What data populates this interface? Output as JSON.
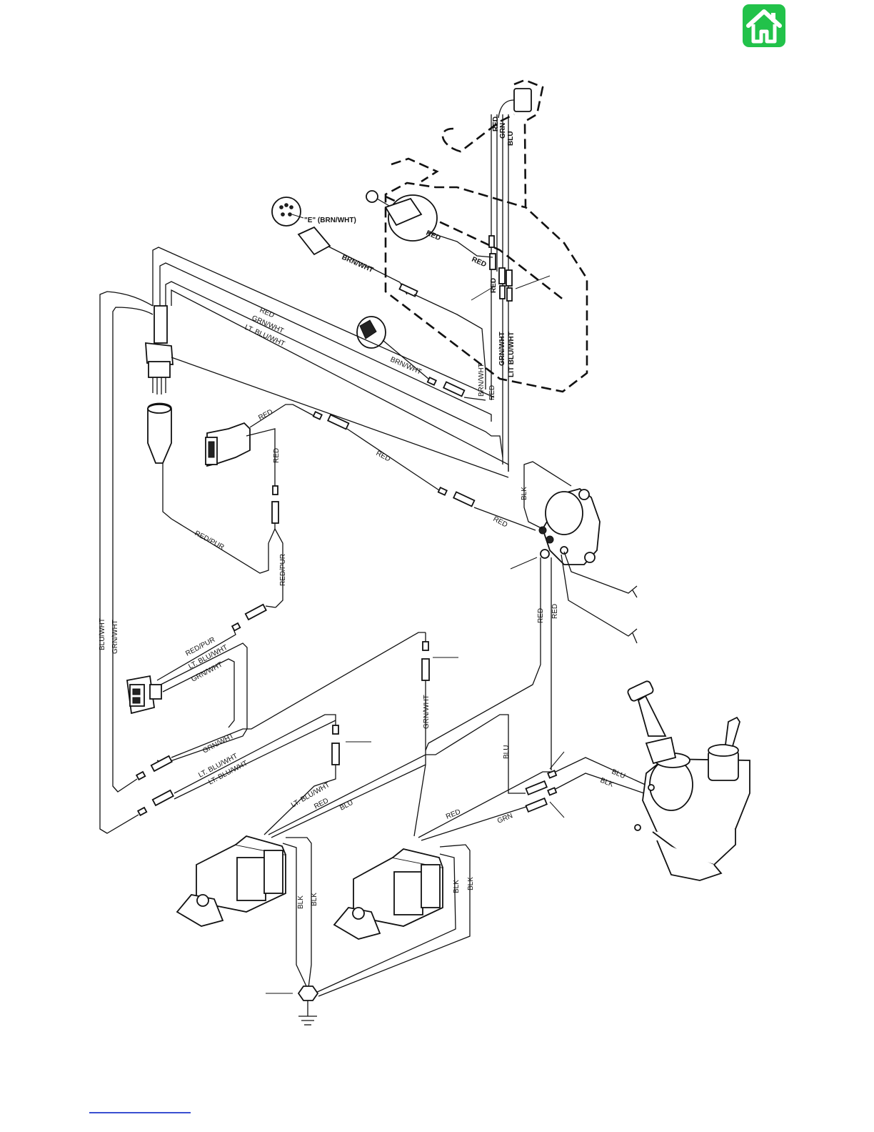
{
  "nav": {
    "home_icon": "home-icon",
    "home_color": "#22c24a",
    "link_color": "#3a4fd1"
  },
  "labels": {
    "e_pin": "\"E\" (BRN/WHT)",
    "red": "RED",
    "grn": "GRN",
    "blu": "BLU",
    "blk": "BLK",
    "brn_wht": "BRN/WHT",
    "grn_wht": "GRN/WHT",
    "lt_blu_wht": "LT. BLU/WHT",
    "lit_blu_wht": "LIT BLU/WHT",
    "blu_wht": "BLU/WHT",
    "red_pur": "RED/PUR"
  }
}
